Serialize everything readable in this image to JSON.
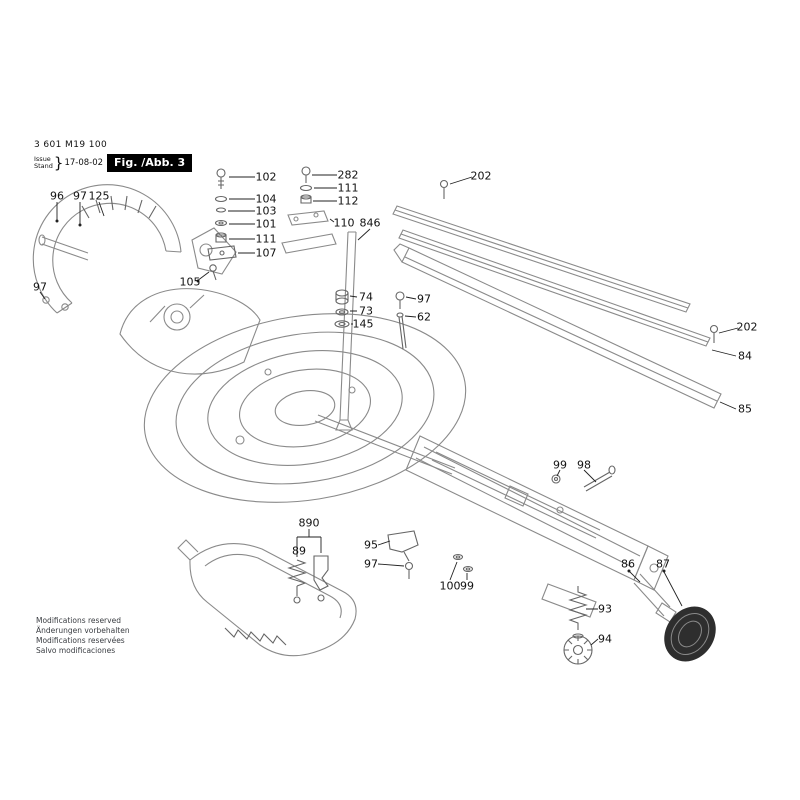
{
  "header": {
    "type_number": "3 601 M19 100",
    "issue_label": "Issue",
    "stand_label": "Stand",
    "brace": "}",
    "issue_date": "17-08-02",
    "figure_label": "Fig. /Abb. 3"
  },
  "colors": {
    "drawing_line": "#8a8a8a",
    "leader_line": "#222222",
    "figure_box_bg": "#000000",
    "figure_box_text": "#ffffff",
    "knob_fill": "#2e2e2e"
  },
  "callouts": [
    {
      "text": "96"
    },
    {
      "text": "97"
    },
    {
      "text": "125"
    },
    {
      "text": "97"
    },
    {
      "text": "102"
    },
    {
      "text": "104"
    },
    {
      "text": "103"
    },
    {
      "text": "101"
    },
    {
      "text": "111"
    },
    {
      "text": "107"
    },
    {
      "text": "105"
    },
    {
      "text": "282"
    },
    {
      "text": "111"
    },
    {
      "text": "112"
    },
    {
      "text": "110"
    },
    {
      "text": "846"
    },
    {
      "text": "202"
    },
    {
      "text": "202"
    },
    {
      "text": "84"
    },
    {
      "text": "85"
    },
    {
      "text": "74"
    },
    {
      "text": "73"
    },
    {
      "text": "145"
    },
    {
      "text": "97"
    },
    {
      "text": "62"
    },
    {
      "text": "99"
    },
    {
      "text": "98"
    },
    {
      "text": "890"
    },
    {
      "text": "89"
    },
    {
      "text": "95"
    },
    {
      "text": "97"
    },
    {
      "text": "100"
    },
    {
      "text": "99"
    },
    {
      "text": "86"
    },
    {
      "text": "87"
    },
    {
      "text": "93"
    },
    {
      "text": "94"
    }
  ],
  "footer": {
    "line1": "Modifications reserved",
    "line2": "Änderungen vorbehalten",
    "line3": "Modifications reservées",
    "line4": "Salvo modificaciones"
  }
}
